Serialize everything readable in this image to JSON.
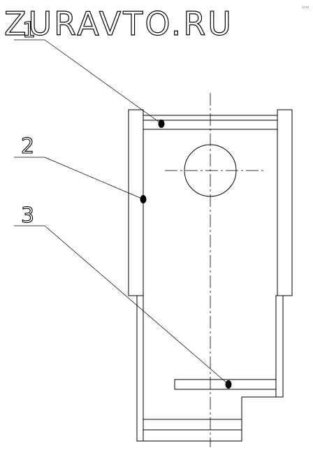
{
  "watermark": {
    "text": "ZURAVTO.RU",
    "corner_text": "Ural"
  },
  "callouts": [
    {
      "label": "1"
    },
    {
      "label": "2"
    },
    {
      "label": "3"
    }
  ]
}
